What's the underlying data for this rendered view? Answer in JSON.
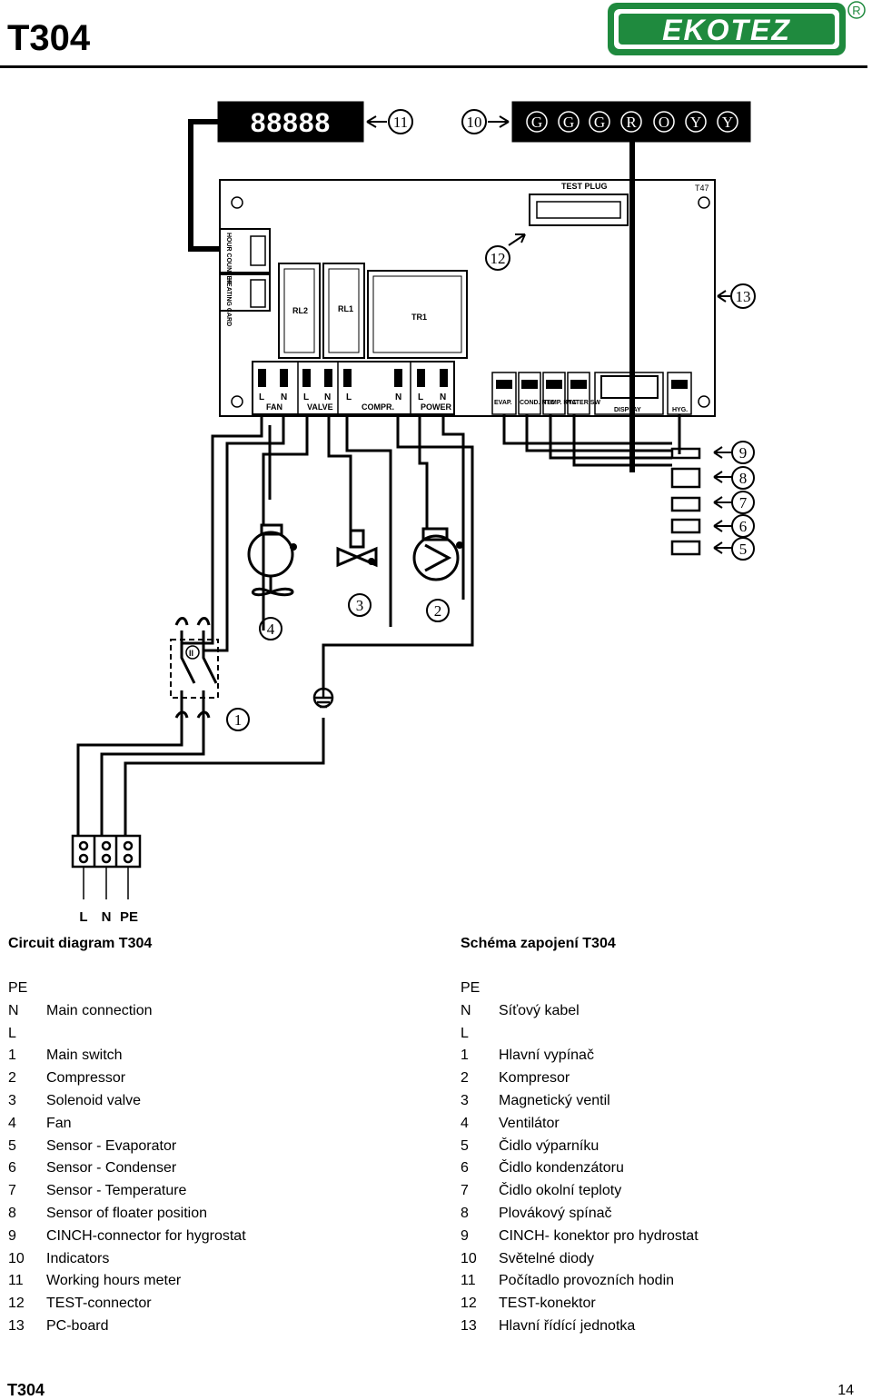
{
  "header": {
    "title": "T304",
    "logo_text": "EKOTEZ",
    "logo_mark": "R"
  },
  "diagram": {
    "display_digits": "88888",
    "indicator_lights": [
      "G",
      "G",
      "G",
      "R",
      "O",
      "Y",
      "Y"
    ],
    "board_id": "T47",
    "test_plug": "TEST PLUG",
    "hour_counter": "HOUR COUNTER",
    "heating_card": "HEATING CARD",
    "relays": [
      "RL2",
      "RL1",
      "TR1"
    ],
    "terminals": {
      "fan": "FAN",
      "valve": "VALVE",
      "compr": "COMPR.",
      "power": "POWER"
    },
    "ln_letters": [
      "L",
      "N",
      "L",
      "N",
      "L",
      "N",
      "L",
      "N"
    ],
    "sensor_terminals": [
      "EVAP.",
      "COND. NTC",
      "TEMP. NTC",
      "WATER SW",
      "DISPLAY",
      "HYG."
    ],
    "switch_label": "II",
    "callouts": [
      "1",
      "2",
      "3",
      "4",
      "5",
      "6",
      "7",
      "8",
      "9",
      "10",
      "11",
      "12",
      "13"
    ],
    "mains_labels": [
      "L",
      "N",
      "PE"
    ]
  },
  "english": {
    "heading": "Circuit diagram T304",
    "items": [
      {
        "n": "PE",
        "t": ""
      },
      {
        "n": "N",
        "t": "Main connection"
      },
      {
        "n": "L",
        "t": ""
      },
      {
        "n": "1",
        "t": "Main switch"
      },
      {
        "n": "2",
        "t": "Compressor"
      },
      {
        "n": "3",
        "t": "Solenoid valve"
      },
      {
        "n": "4",
        "t": "Fan"
      },
      {
        "n": "5",
        "t": "Sensor - Evaporator"
      },
      {
        "n": "6",
        "t": "Sensor - Condenser"
      },
      {
        "n": "7",
        "t": "Sensor - Temperature"
      },
      {
        "n": "8",
        "t": "Sensor of floater position"
      },
      {
        "n": "9",
        "t": "CINCH-connector for hygrostat"
      },
      {
        "n": "10",
        "t": "Indicators"
      },
      {
        "n": "11",
        "t": "Working hours meter"
      },
      {
        "n": "12",
        "t": "TEST-connector"
      },
      {
        "n": "13",
        "t": "PC-board"
      }
    ]
  },
  "czech": {
    "heading": "Schéma zapojení T304",
    "items": [
      {
        "n": "PE",
        "t": ""
      },
      {
        "n": "N",
        "t": "Síťový kabel"
      },
      {
        "n": "L",
        "t": ""
      },
      {
        "n": "1",
        "t": "Hlavní vypínač"
      },
      {
        "n": "2",
        "t": "Kompresor"
      },
      {
        "n": "3",
        "t": "Magnetický ventil"
      },
      {
        "n": "4",
        "t": "Ventilátor"
      },
      {
        "n": "5",
        "t": "Čidlo výparníku"
      },
      {
        "n": "6",
        "t": "Čidlo kondenzátoru"
      },
      {
        "n": "7",
        "t": "Čidlo okolní teploty"
      },
      {
        "n": "8",
        "t": "Plovákový spínač"
      },
      {
        "n": "9",
        "t": "CINCH- konektor pro hydrostat"
      },
      {
        "n": "10",
        "t": "Světelné diody"
      },
      {
        "n": "11",
        "t": "Počítadlo provozních hodin"
      },
      {
        "n": "12",
        "t": "TEST-konektor"
      },
      {
        "n": "13",
        "t": "Hlavní řídící jednotka"
      }
    ]
  },
  "footer": {
    "left": "T304",
    "page": "14"
  },
  "colors": {
    "logo_green": "#1f8a3e",
    "ink": "#000000"
  }
}
